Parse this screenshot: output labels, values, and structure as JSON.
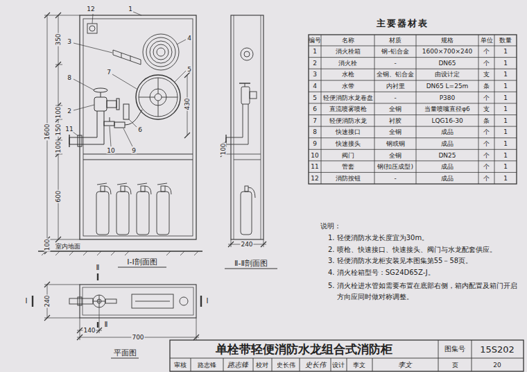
{
  "diagram": {
    "title": "单栓带轻便消防水龙组合式消防柜",
    "labels": [
      "12",
      "1",
      "3",
      "4",
      "5",
      "7",
      "8",
      "2",
      "11",
      "6",
      "10",
      "9",
      "350",
      "100",
      "150",
      "100",
      "600",
      "1600",
      "100",
      "430",
      "室内地面",
      "Ⅰ-Ⅰ剖面图",
      "100",
      "240",
      "Ⅱ-Ⅱ剖面图",
      "Ⅱ",
      "Ⅱ",
      "Ⅰ",
      "Ⅰ",
      "240",
      "140",
      "700",
      "平面图",
      "主要器材表",
      "编号",
      "名称",
      "材质",
      "规格",
      "单位",
      "数量",
      "1",
      "消火栓箱",
      "钢-铝合金",
      "1600×700×240",
      "个",
      "1",
      "2",
      "消火栓",
      "-",
      "DN65",
      "个",
      "1",
      "3",
      "水枪",
      "全铜、铝合金",
      "由设计定",
      "支",
      "1",
      "4",
      "水带",
      "内衬里",
      "DN65 L=25m",
      "条",
      "1",
      "5",
      "轻便消防水龙卷盘",
      "-",
      "P380",
      "个",
      "1",
      "6",
      "直流喷雾喷枪",
      "全铜",
      "当量喷嘴直径φ6",
      "支",
      "1",
      "7",
      "轻便消防水龙",
      "衬胶",
      "LQG16-30",
      "条",
      "1",
      "8",
      "快速接口",
      "全铜",
      "成品",
      "个",
      "1",
      "9",
      "快速接头",
      "钢或铜",
      "成品",
      "个",
      "1",
      "10",
      "阀门",
      "全铜",
      "DN25",
      "个",
      "1",
      "11",
      "管套",
      "钢(扣压成型)",
      "成品",
      "个",
      "1",
      "12",
      "消防按钮",
      "-",
      "成品",
      "个",
      "1",
      "说明：",
      "1. 轻便消防水龙长度宜为30m。",
      "2. 喷枪、快速接口、快速接头、阀门与水龙配套供应。",
      "3. 轻便消防水龙柜安装见本图集第55－58页。",
      "4. 消火栓箱型号：SG24D65Z-J。",
      "5. 消火栓进水管如需要布置在底部右侧，箱内配置及箱门开启方向应同时做对称调整。",
      "图集号",
      "15S202",
      "审核",
      "路志锋",
      "路志锋",
      "校对",
      "史长伟",
      "史长伟",
      "设计",
      "李文",
      "李文",
      "页",
      "20"
    ]
  }
}
